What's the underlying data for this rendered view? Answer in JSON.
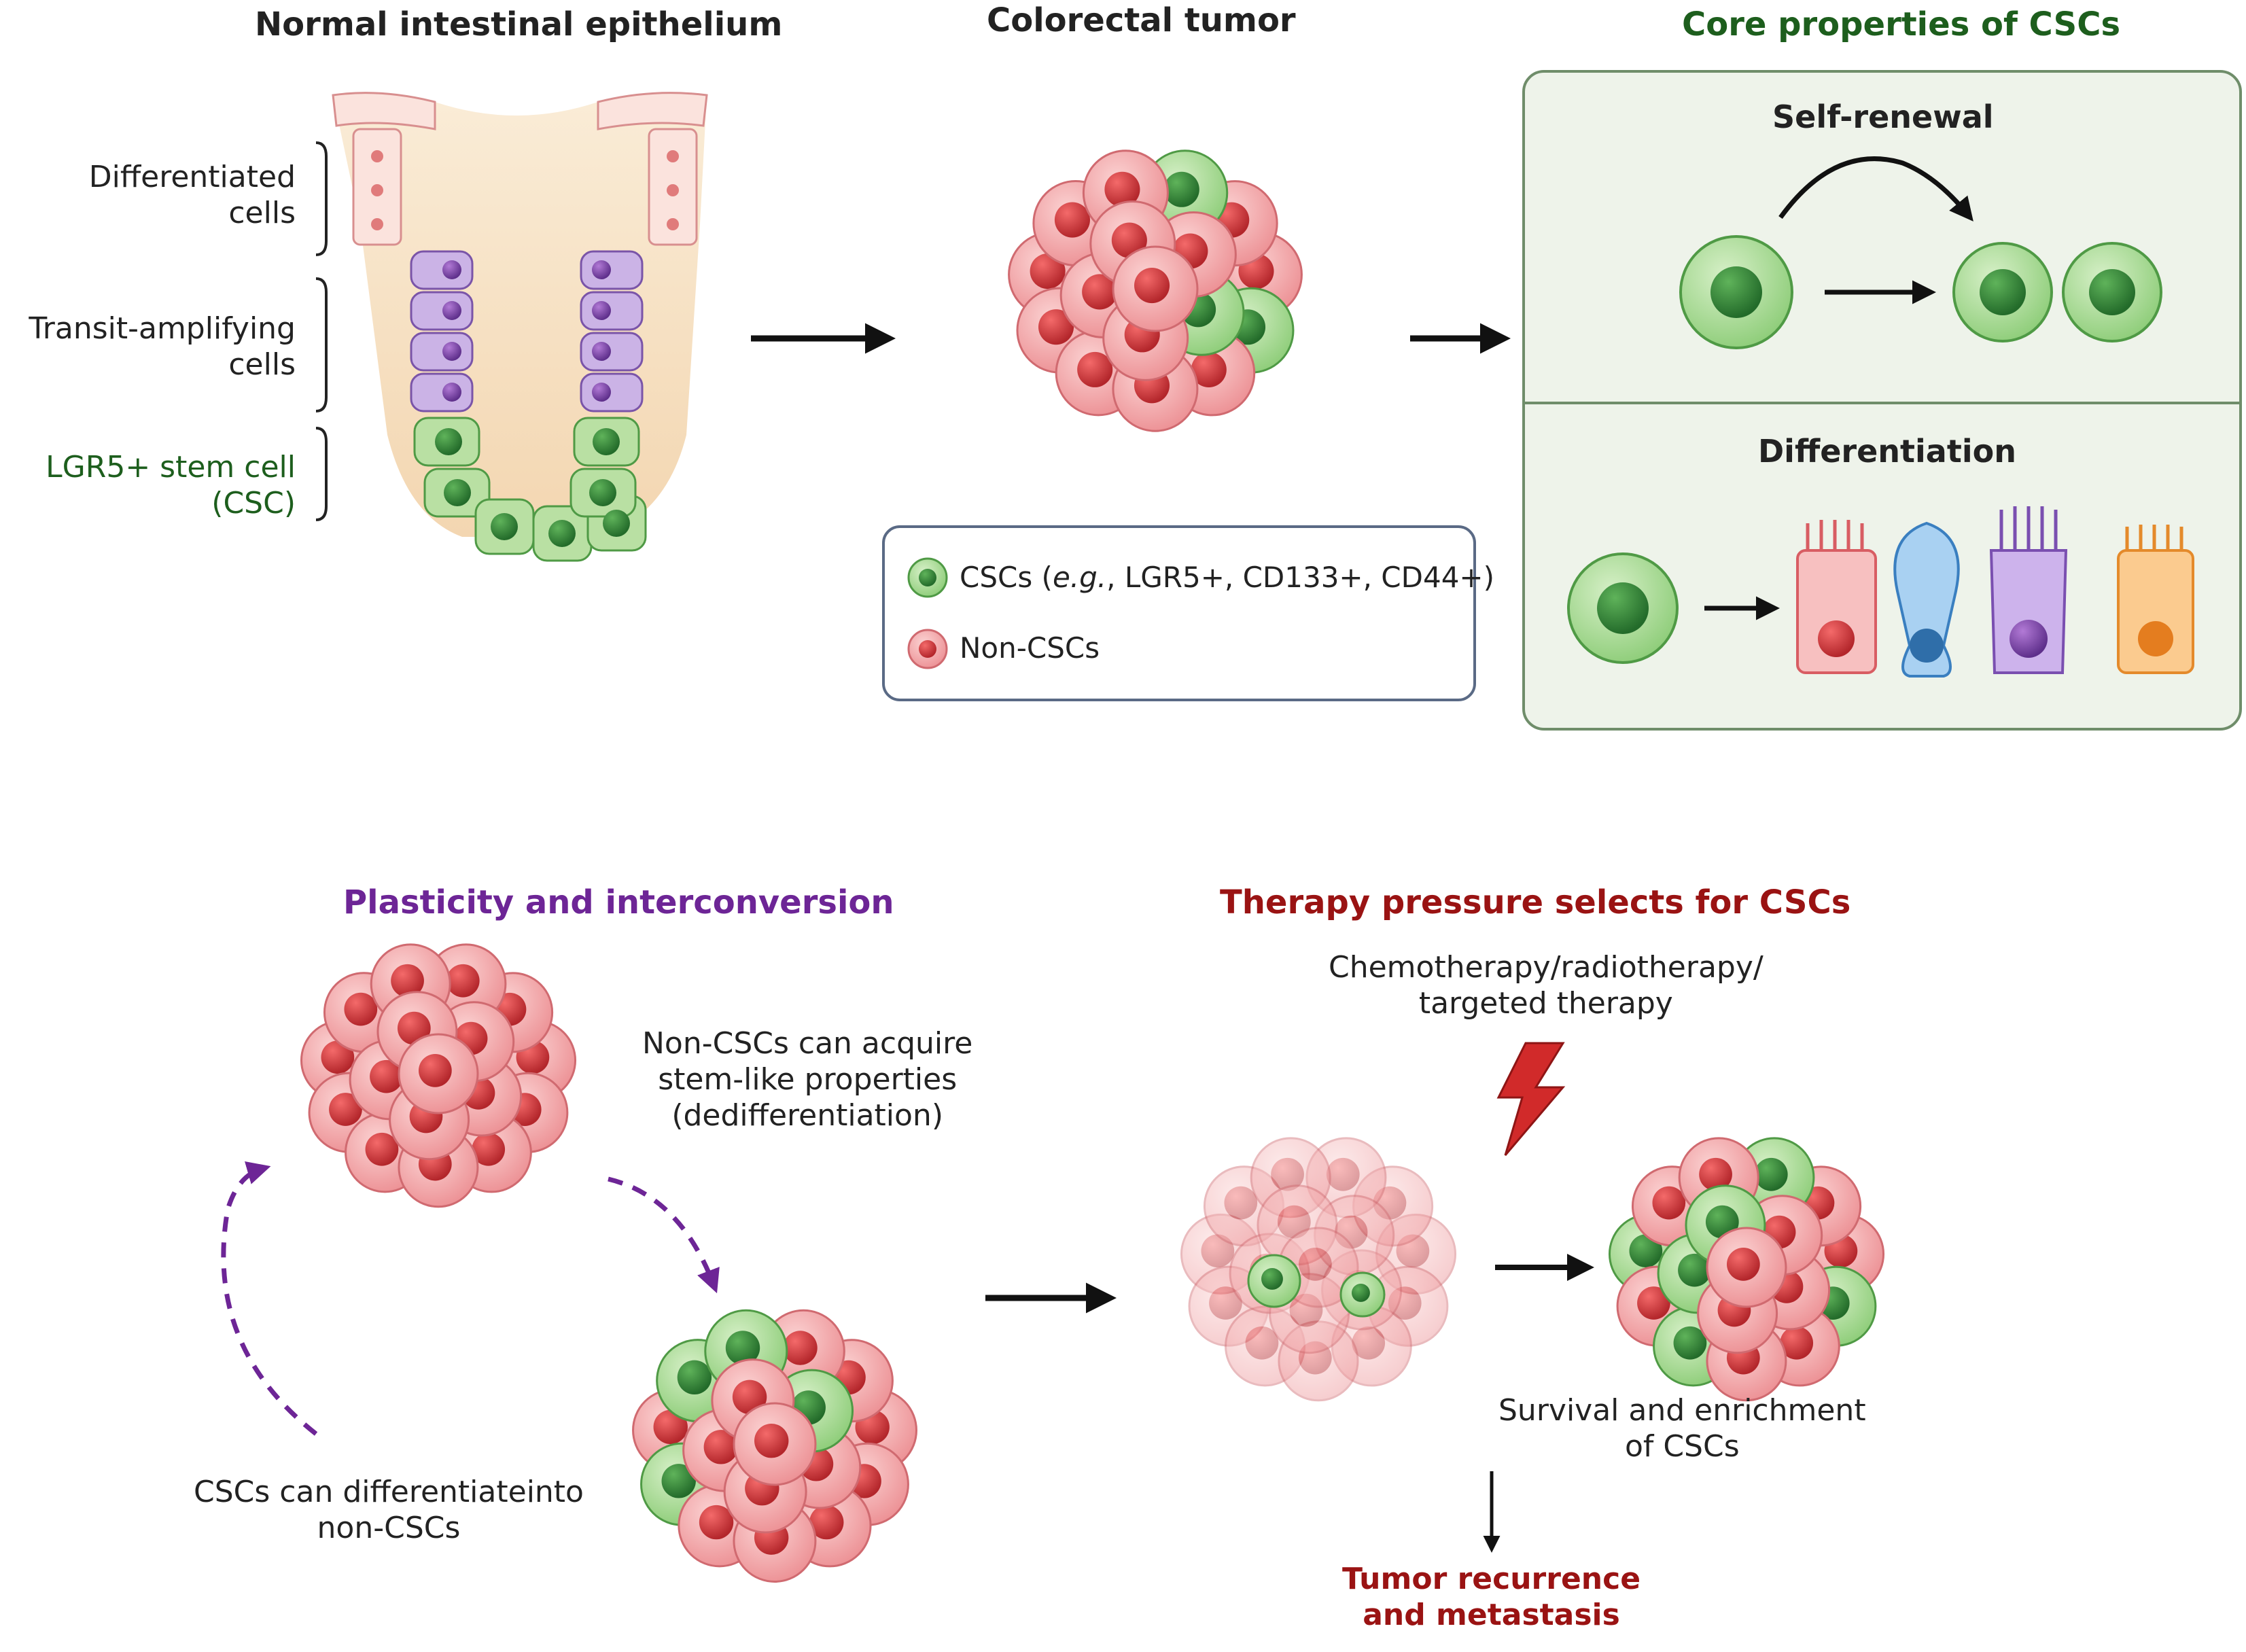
{
  "top": {
    "normal_title": "Normal intestinal epithelium",
    "tumor_title": "Colorectal tumor",
    "core_title": "Core properties of CSCs"
  },
  "crypt_labels": {
    "differentiated": [
      "Differentiated",
      "cells"
    ],
    "transit": [
      "Transit-amplifying",
      "cells"
    ],
    "stem": [
      "LGR5+ stem cell",
      "(CSC)"
    ]
  },
  "legend": {
    "csc_prefix": "CSCs (",
    "csc_italic": "e.g.",
    "csc_suffix": ", LGR5+, CD133+, CD44+)",
    "non_csc": "Non-CSCs"
  },
  "core": {
    "self_renewal": "Self-renewal",
    "differentiation": "Differentiation"
  },
  "plasticity": {
    "title": "Plasticity and interconversion",
    "dediff": [
      "Non-CSCs can acquire",
      "stem-like properties",
      "(dedifferentiation)"
    ],
    "diff": [
      "CSCs can differentiateinto",
      "non-CSCs"
    ]
  },
  "therapy": {
    "title": "Therapy pressure selects for CSCs",
    "agents": [
      "Chemotherapy/radiotherapy/",
      "targeted therapy"
    ],
    "survival": [
      "Survival and enrichment",
      "of CSCs"
    ],
    "outcome": [
      "Tumor recurrence",
      "and metastasis"
    ]
  },
  "colors": {
    "csc_green": "#6fbf5f",
    "non_csc_red": "#e8676d",
    "core_title": "#1d5e1d",
    "plasticity": "#6d2596",
    "therapy": "#9a1313"
  }
}
